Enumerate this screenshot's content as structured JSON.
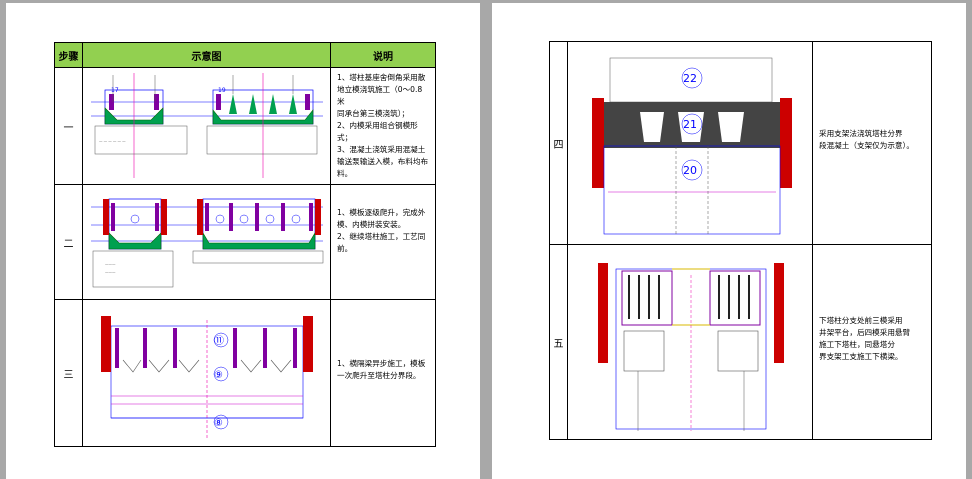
{
  "left_table": {
    "headers": {
      "step": "步骤",
      "diagram": "示意图",
      "note": "说明"
    },
    "rows": [
      {
        "step": "一",
        "lines": [
          "1、塔柱基座舍倒角采用散",
          "地立模浇筑施工（0～0.8 米",
          "同承台第三模浇筑）；",
          "2、内模采用组合钢模形式；",
          "3、混凝土浇筑采用混凝土",
          "输送泵输送入模，布料均布",
          "料。"
        ]
      },
      {
        "step": "二",
        "lines": [
          "1、模板逐级爬升，完成外",
          "模、内模拼装安装。",
          "2、继续塔柱施工，工艺同",
          "前。"
        ]
      },
      {
        "step": "三",
        "lines": [
          "1、横隔梁异步施工，模板",
          "一次爬升至塔柱分界段。"
        ]
      }
    ]
  },
  "right_table": {
    "rows": [
      {
        "step": "四",
        "lines": [
          "采用支架法浇筑塔柱分界",
          "段混凝土（支架仅为示意）。"
        ]
      },
      {
        "step": "五",
        "lines": [
          "下塔柱分支处前三模采用",
          "井架平台，后四模采用悬臂",
          "施工下塔柱，同悬塔分",
          "界支架工支施工下横梁。"
        ]
      }
    ]
  },
  "diagram_labels": {
    "r1_left": [
      "17"
    ],
    "r1_right": [
      "19"
    ],
    "r3": [
      "⑪",
      "⑨",
      "⑧"
    ],
    "r4": [
      "22",
      "21",
      "20"
    ]
  }
}
